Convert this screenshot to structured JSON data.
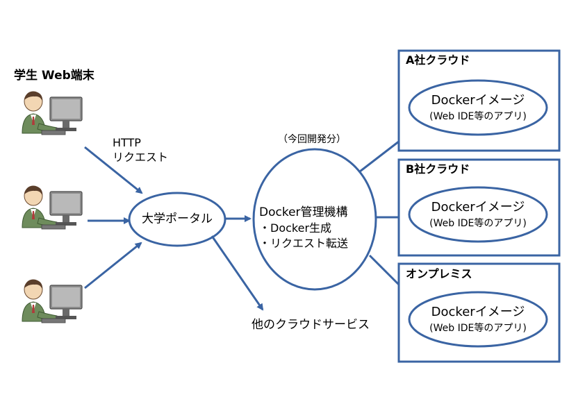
{
  "users_label": "学生 Web端末",
  "http_line1": "HTTP",
  "http_line2": "リクエスト",
  "portal": "大学ポータル",
  "dev_note": "（今回開発分）",
  "manager_title": "Docker管理機構",
  "manager_item1": "・Docker生成",
  "manager_item2": "・リクエスト転送",
  "other_clouds": "他のクラウドサービス",
  "clouds": [
    {
      "title": "A社クラウド",
      "image_label": "Dockerイメージ",
      "image_sub": "(Web IDE等のアプリ)"
    },
    {
      "title": "B社クラウド",
      "image_label": "Dockerイメージ",
      "image_sub": "(Web IDE等のアプリ)"
    },
    {
      "title": "オンプレミス",
      "image_label": "Dockerイメージ",
      "image_sub": "(Web IDE等のアプリ)"
    }
  ],
  "colors": {
    "line": "#3a64a3",
    "shirt": "#6e8c5c",
    "hair": "#5a3e2b",
    "skin": "#f2d6b3",
    "monitor": "#9a9a9a"
  }
}
